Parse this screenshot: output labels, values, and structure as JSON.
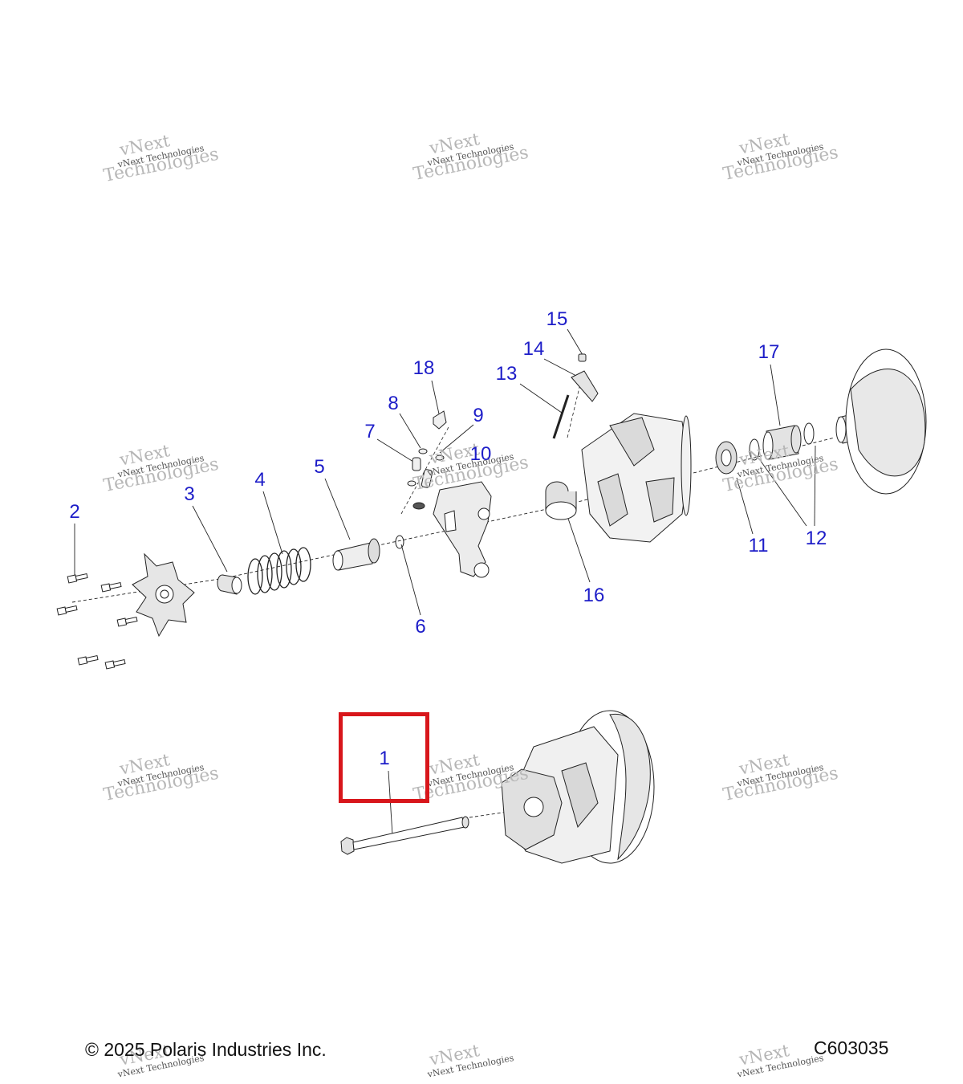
{
  "callouts": [
    {
      "id": "1",
      "label": "1"
    },
    {
      "id": "2",
      "label": "2"
    },
    {
      "id": "3",
      "label": "3"
    },
    {
      "id": "4",
      "label": "4"
    },
    {
      "id": "5",
      "label": "5"
    },
    {
      "id": "6",
      "label": "6"
    },
    {
      "id": "7",
      "label": "7"
    },
    {
      "id": "8",
      "label": "8"
    },
    {
      "id": "9",
      "label": "9"
    },
    {
      "id": "10",
      "label": "10"
    },
    {
      "id": "11",
      "label": "11"
    },
    {
      "id": "12",
      "label": "12"
    },
    {
      "id": "13",
      "label": "13"
    },
    {
      "id": "14",
      "label": "14"
    },
    {
      "id": "15",
      "label": "15"
    },
    {
      "id": "16",
      "label": "16"
    },
    {
      "id": "17",
      "label": "17"
    },
    {
      "id": "18",
      "label": "18"
    }
  ],
  "highlighted_callout": "1",
  "watermark": {
    "line1": "vNext",
    "line2": "vNext Technologies",
    "line3": "Technologies"
  },
  "footer": {
    "copyright": "© 2025 Polaris Industries Inc.",
    "diagram_code": "C603035"
  },
  "colors": {
    "callout": "#1d1dc8",
    "highlight": "#d8161b",
    "line_art": "#1a1a1a",
    "part_shading": "#d9d9d9"
  }
}
